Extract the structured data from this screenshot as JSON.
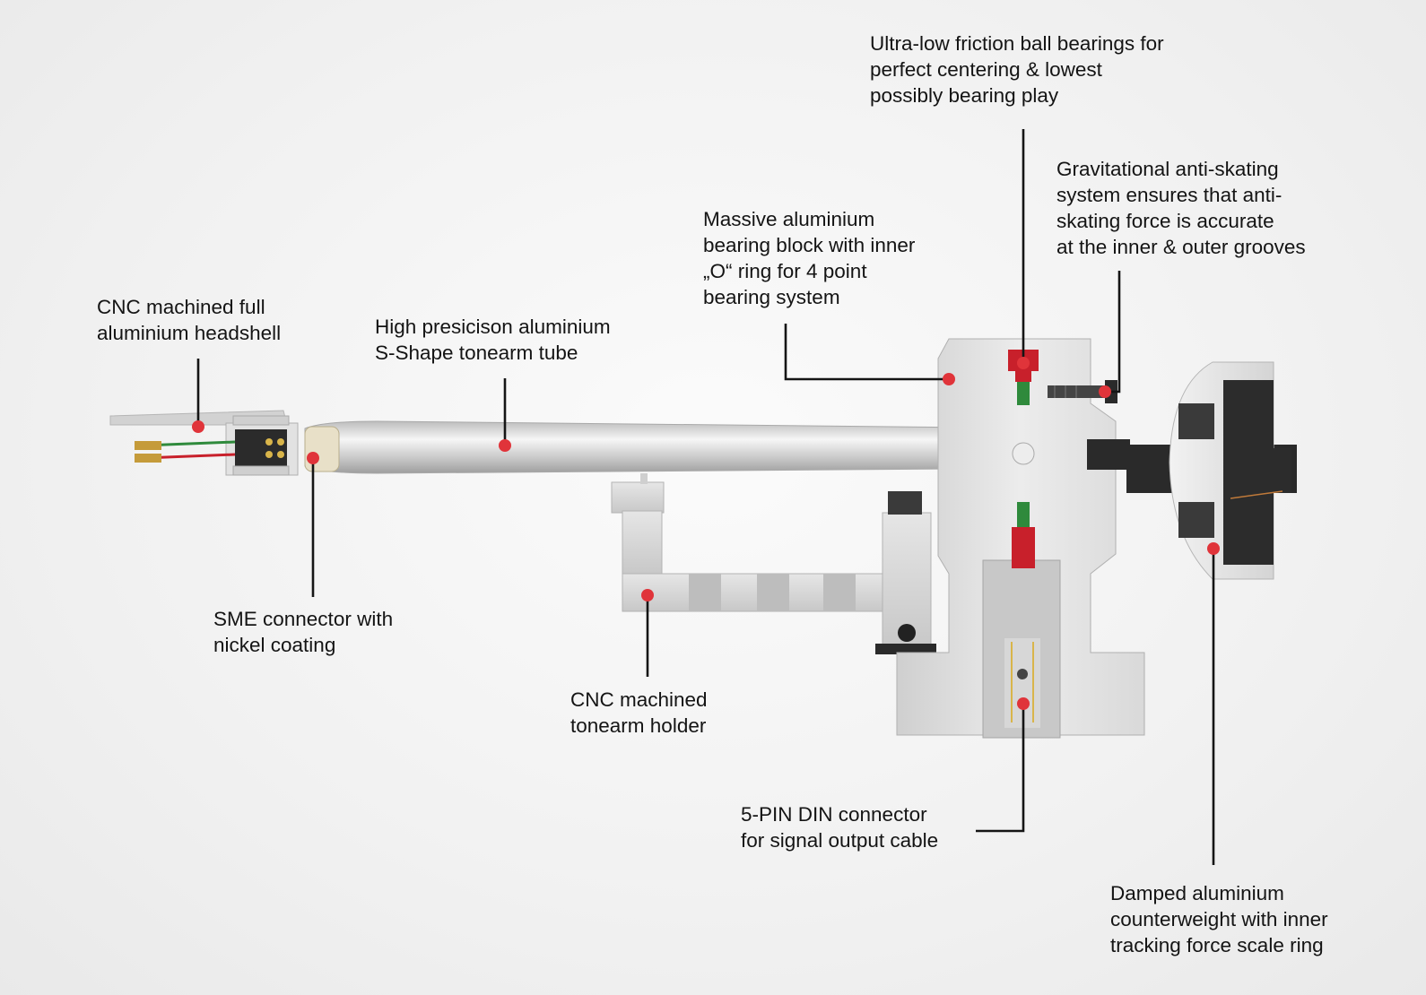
{
  "colors": {
    "callout_dot": "#e0343a",
    "leader_line": "#151515",
    "aluminium": "#d6d6d6",
    "bearing_red": "#c8202b",
    "bearing_green": "#2f8a3c",
    "counterweight_dark": "#2a2a2a"
  },
  "callouts": [
    {
      "id": "headshell",
      "lines": [
        "CNC machined full",
        "aluminium headshell"
      ]
    },
    {
      "id": "tube",
      "lines": [
        "High presicison aluminium",
        "S-Shape tonearm tube"
      ]
    },
    {
      "id": "bearing-block",
      "lines": [
        "Massive aluminium",
        "bearing block with inner",
        "„O“ ring for 4 point",
        "bearing system"
      ]
    },
    {
      "id": "ball-bearings",
      "lines": [
        "Ultra-low friction ball bearings for",
        "perfect centering & lowest",
        "possibly bearing play"
      ]
    },
    {
      "id": "anti-skating",
      "lines": [
        "Gravitational anti-skating",
        "system ensures that anti-",
        "skating force is accurate",
        "at the inner & outer grooves"
      ]
    },
    {
      "id": "sme-connector",
      "lines": [
        "SME connector with",
        "nickel coating"
      ]
    },
    {
      "id": "tonearm-holder",
      "lines": [
        "CNC machined",
        "tonearm holder"
      ]
    },
    {
      "id": "din-connector",
      "lines": [
        "5-PIN DIN connector",
        "for signal output cable"
      ]
    },
    {
      "id": "counterweight",
      "lines": [
        "Damped aluminium",
        "counterweight with inner",
        "tracking force scale ring"
      ]
    }
  ]
}
